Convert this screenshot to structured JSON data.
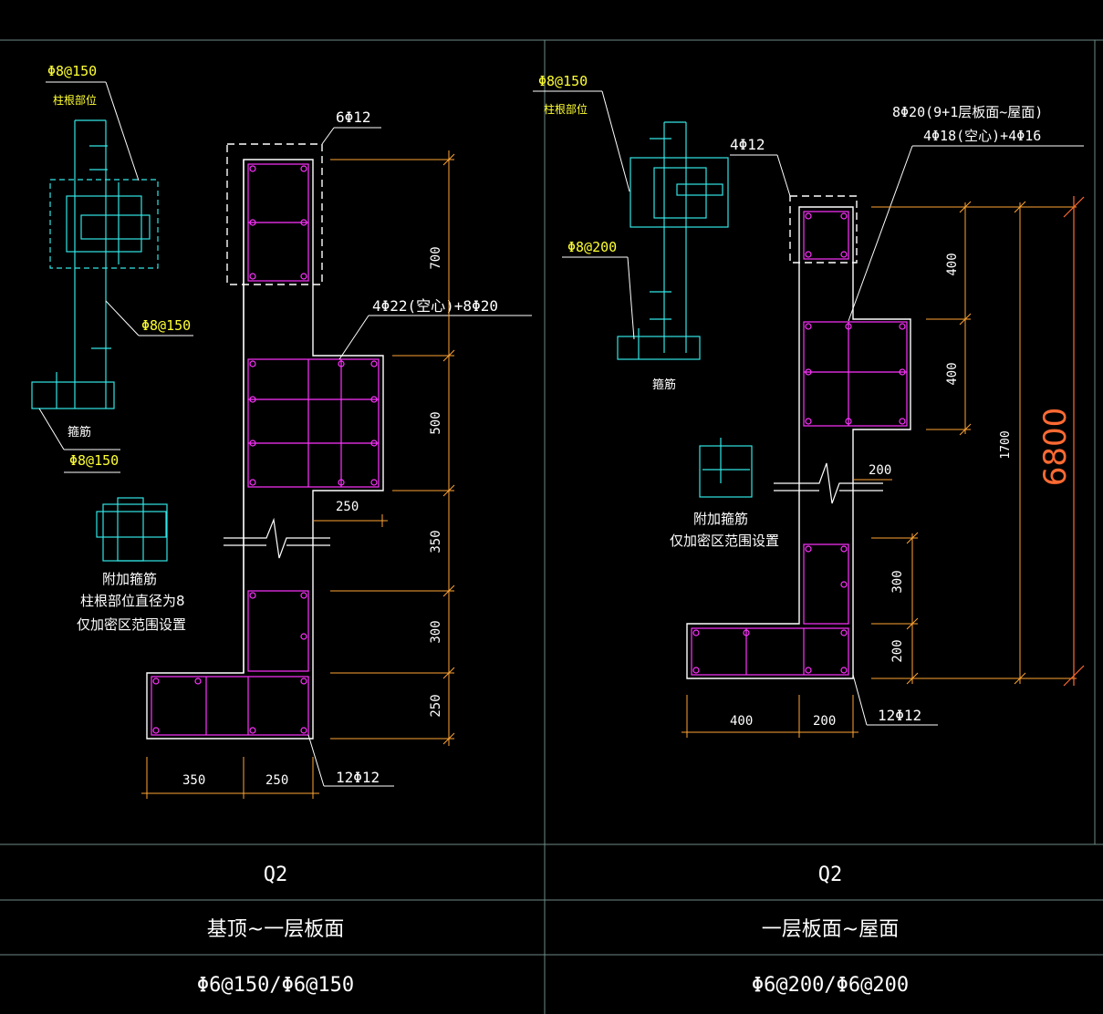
{
  "colors": {
    "background": "#000000",
    "frame": "#6e8a86",
    "outline": "#ffffff",
    "rebar": "#ff33ff",
    "dimension": "#ffa533",
    "detail": "#33e6e6",
    "note": "#ffff33",
    "accent": "#ff6a33",
    "label": "#ffffff"
  },
  "left": {
    "column_base": {
      "top_label": "Φ8@150",
      "top_sub": "柱根部位",
      "mid_label": "Φ8@150",
      "stirrup_label": "箍筋",
      "bottom_label": "Φ8@150"
    },
    "extra_stirrup": {
      "line1": "附加箍筋",
      "line2": "柱根部位直径为8",
      "line3": "仅加密区范围设置"
    },
    "section": {
      "top_rebar": "6Φ12",
      "mid_rebar": "4Φ22(空心)+8Φ20",
      "bottom_rebar": "12Φ12",
      "dims_vertical": [
        "700",
        "500",
        "350",
        "300",
        "250"
      ],
      "dim_offset": "250",
      "dims_bottom": [
        "350",
        "250"
      ]
    }
  },
  "right": {
    "column_base": {
      "top_label": "Φ8@150",
      "top_sub": "柱根部位",
      "mid_label": "Φ8@200",
      "stirrup_label": "箍筋"
    },
    "extra_stirrup": {
      "line1": "附加箍筋",
      "line2": "仅加密区范围设置"
    },
    "section": {
      "top_rebar_1": "8Φ20(9+1层板面~屋面)",
      "top_rebar_2": "4Φ18(空心)+4Φ16",
      "cap_rebar": "4Φ12",
      "bottom_rebar": "12Φ12",
      "dims_vertical": [
        "400",
        "400",
        "300",
        "200"
      ],
      "dim_mid": "200",
      "dim_total": "1700",
      "dim_big": "6800",
      "dims_bottom": [
        "400",
        "200"
      ]
    }
  },
  "table": {
    "left": {
      "name": "Q2",
      "range": "基顶~一层板面",
      "stirrup": "Φ6@150/Φ6@150"
    },
    "right": {
      "name": "Q2",
      "range": "一层板面~屋面",
      "stirrup": "Φ6@200/Φ6@200"
    }
  }
}
